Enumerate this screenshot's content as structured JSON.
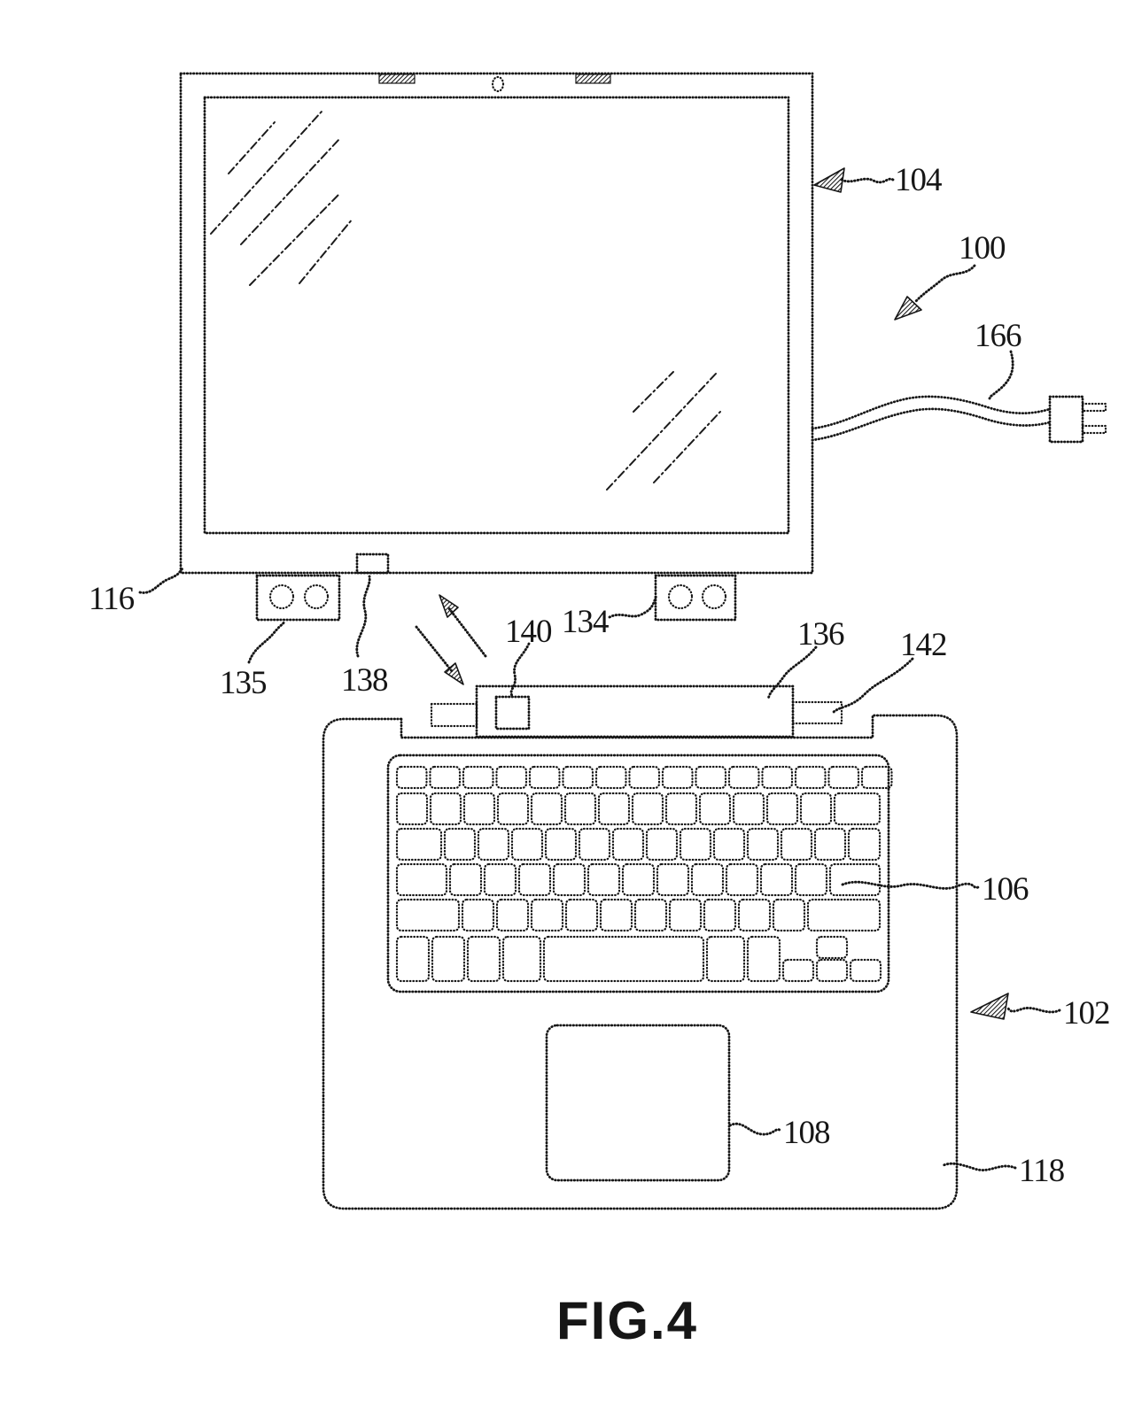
{
  "figure": {
    "caption": "FIG.4",
    "labels": {
      "l100": "100",
      "l102": "102",
      "l104": "104",
      "l106": "106",
      "l108": "108",
      "l116": "116",
      "l118": "118",
      "l134": "134",
      "l135": "135",
      "l136": "136",
      "l138": "138",
      "l140": "140",
      "l142": "142",
      "l166": "166"
    }
  }
}
